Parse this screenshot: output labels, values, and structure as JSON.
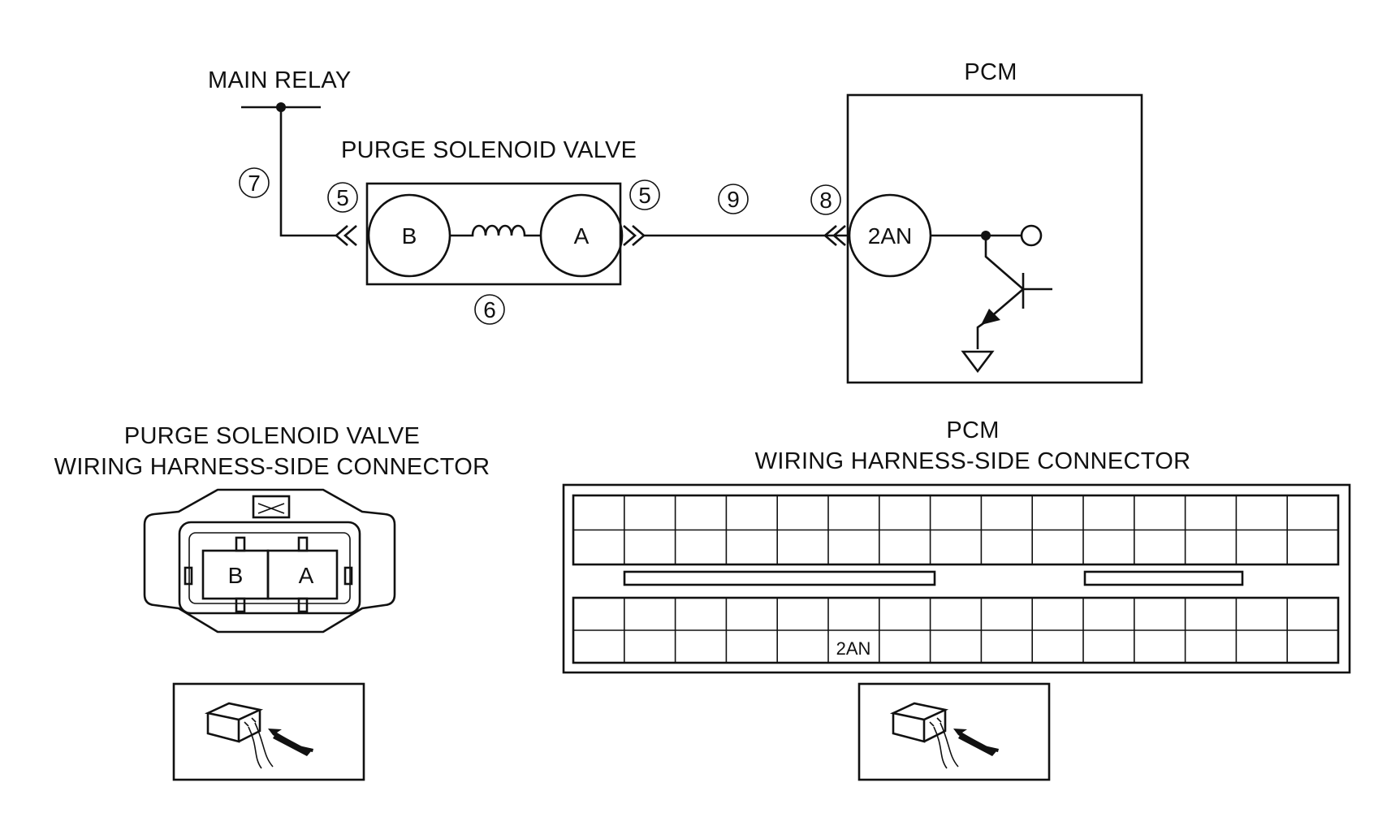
{
  "schematic": {
    "main_relay": "MAIN RELAY",
    "pcm": "PCM",
    "valve": "PURGE SOLENOID VALVE",
    "terminal_b": "B",
    "terminal_a": "A",
    "pcm_terminal": "2AN",
    "steps": {
      "relay_wire": "7",
      "valve_left": "5",
      "valve_right": "5",
      "valve_body": "6",
      "signal_wire": "9",
      "pcm_pin": "8"
    }
  },
  "valve_connector": {
    "title_line1": "PURGE SOLENOID VALVE",
    "title_line2": "WIRING HARNESS-SIDE CONNECTOR",
    "pin_b": "B",
    "pin_a": "A",
    "view_icon": "harness-side-view-icon"
  },
  "pcm_connector": {
    "title_line1": "PCM",
    "title_line2": "WIRING HARNESS-SIDE CONNECTOR",
    "pin_label": "2AN",
    "view_icon": "harness-side-view-icon"
  }
}
